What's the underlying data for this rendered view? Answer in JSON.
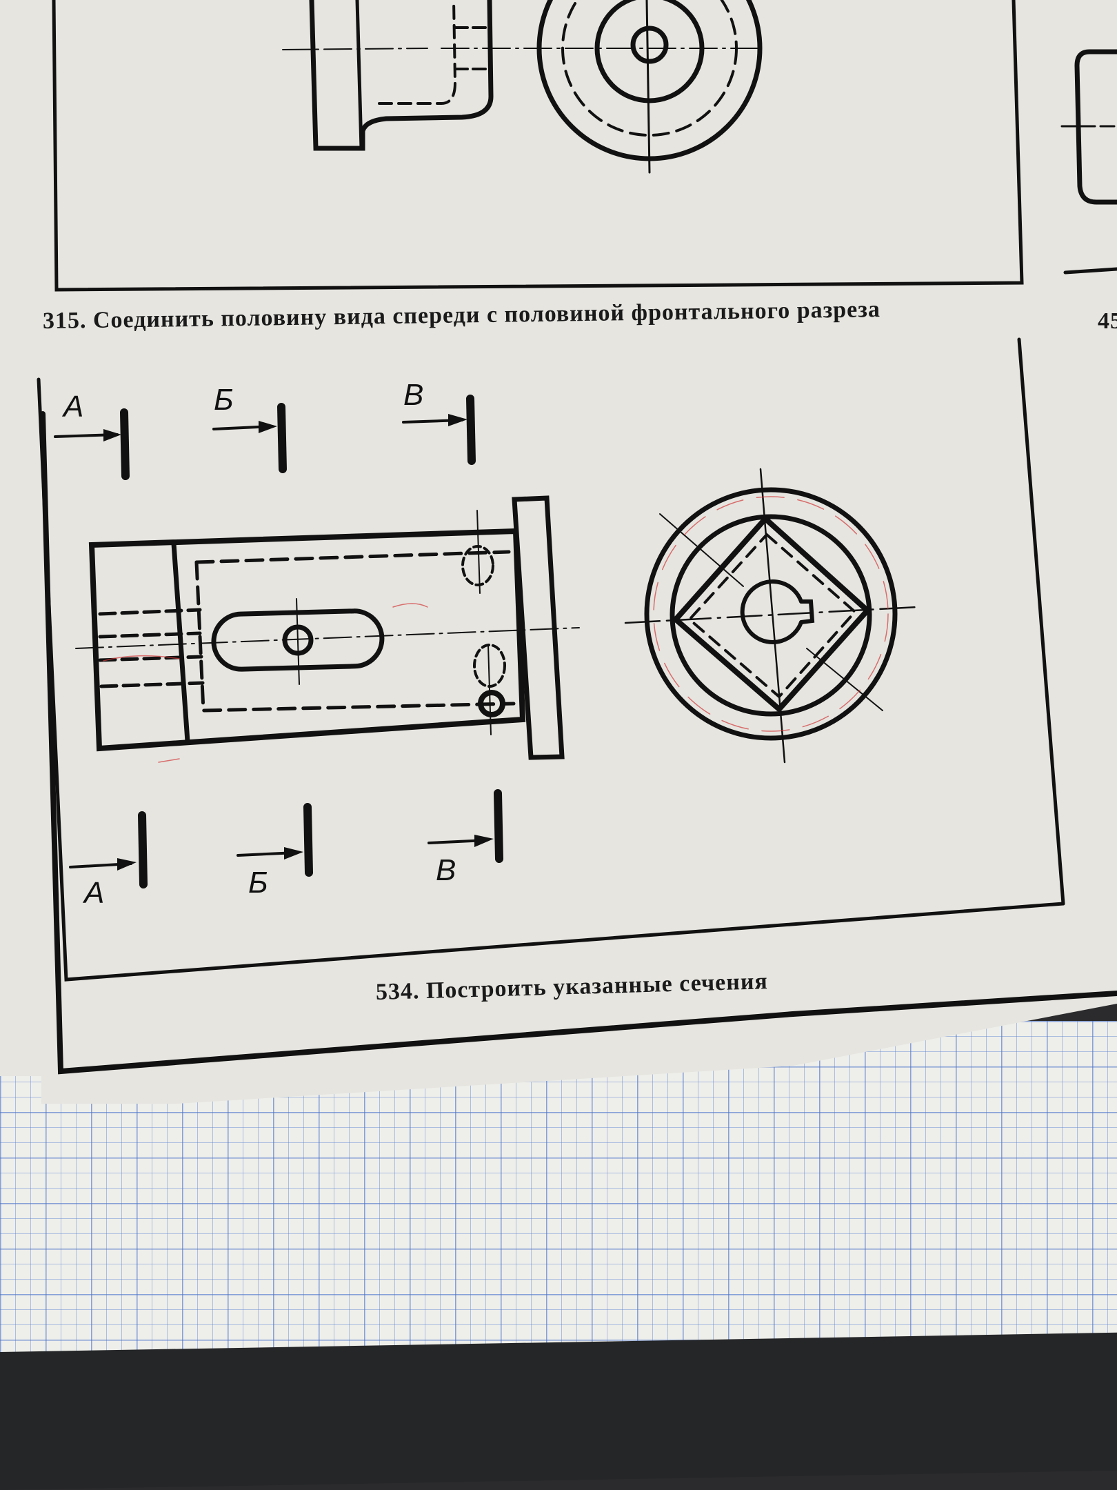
{
  "document": {
    "type": "technical drawing exercise page (photo)",
    "exercises": [
      {
        "number": "315.",
        "text": "Соединить половину вида спереди с половиной фронтального разреза"
      },
      {
        "number": "534.",
        "text": "Построить указанные сечения"
      }
    ],
    "partial_number_right": "45",
    "section_markers_top": [
      {
        "label": "А"
      },
      {
        "label": "Б"
      },
      {
        "label": "В"
      }
    ],
    "section_markers_bottom": [
      {
        "label": "А"
      },
      {
        "label": "Б"
      },
      {
        "label": "В"
      }
    ],
    "views": {
      "front_view": "rectangular body with flange, slot with hole, hidden lines",
      "side_view": "concentric circles with square (diamond) inside, central keyed bore"
    },
    "colors": {
      "paper": "#e6e5e0",
      "ink": "#111111",
      "pencil_red": "#d23a3a",
      "grid_blue": "#5a82d2",
      "background": "#2b2b2d"
    }
  }
}
